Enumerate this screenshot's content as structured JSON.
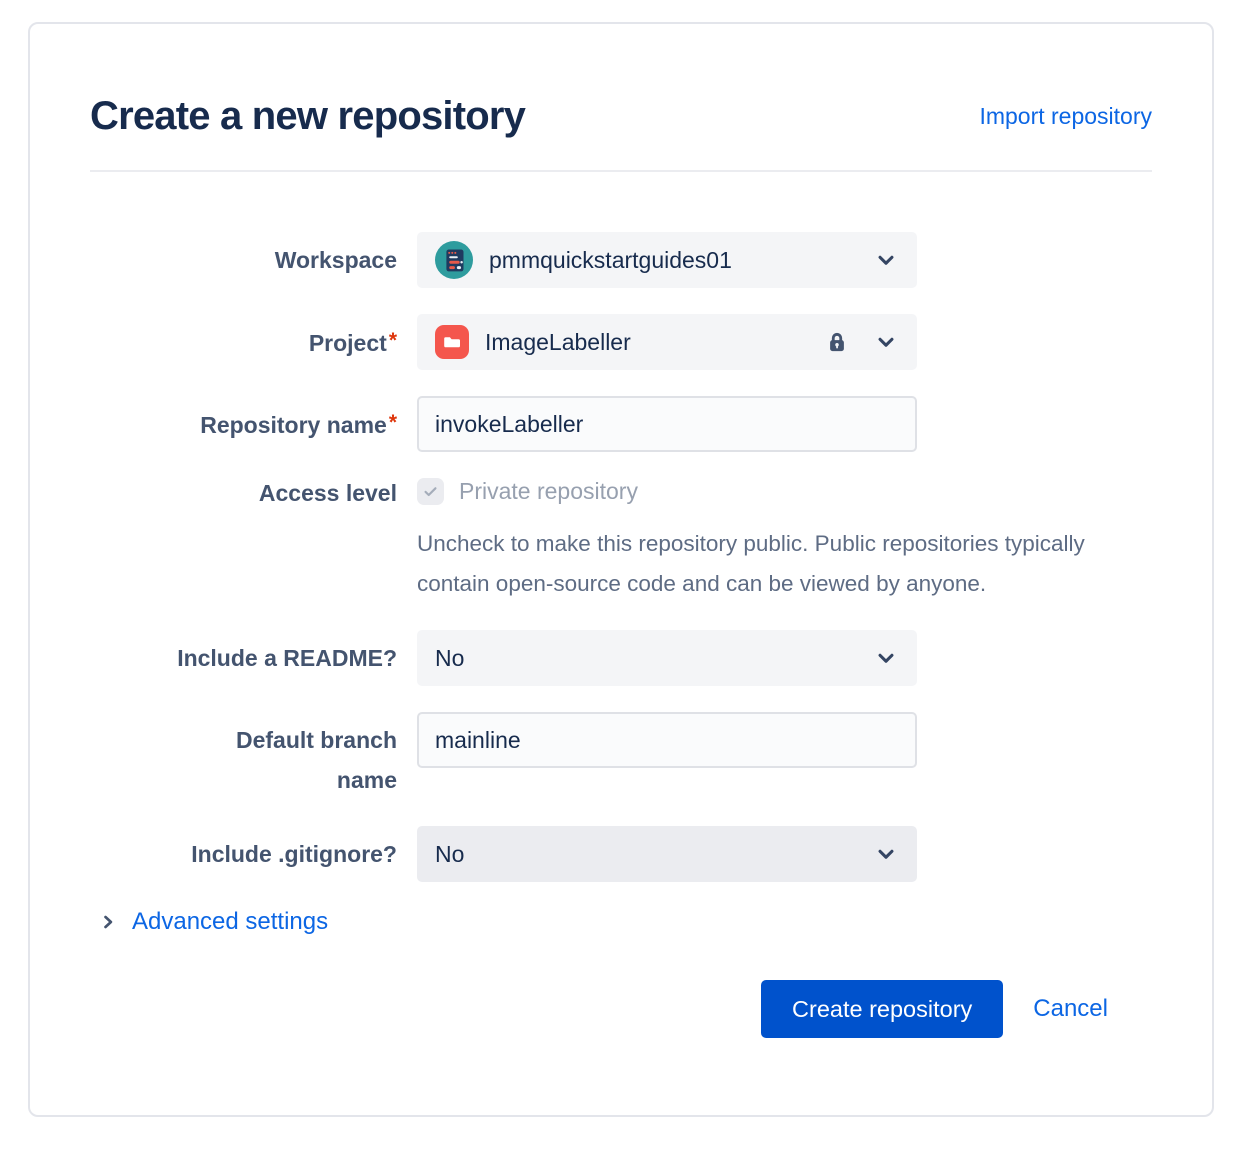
{
  "header": {
    "title": "Create a new repository",
    "import_link": "Import repository"
  },
  "form": {
    "workspace": {
      "label": "Workspace",
      "value": "pmmquickstartguides01"
    },
    "project": {
      "label": "Project",
      "required": "*",
      "value": "ImageLabeller"
    },
    "repository_name": {
      "label": "Repository name",
      "required": "*",
      "value": "invokeLabeller"
    },
    "access_level": {
      "label": "Access level",
      "checkbox_label": "Private repository",
      "checked": true,
      "help": "Uncheck to make this repository public. Public repositories typically contain open-source code and can be viewed by anyone."
    },
    "readme": {
      "label": "Include a README?",
      "value": "No"
    },
    "default_branch": {
      "label": "Default branch name",
      "value": "mainline"
    },
    "gitignore": {
      "label": "Include .gitignore?",
      "value": "No"
    },
    "advanced": {
      "label": "Advanced settings"
    }
  },
  "actions": {
    "create": "Create repository",
    "cancel": "Cancel"
  },
  "icons": {
    "workspace_avatar": "workspace-avatar",
    "project_folder": "folder-icon",
    "project_lock": "lock-icon",
    "dropdown_chevron": "chevron-down-icon",
    "advanced_chevron": "chevron-right-icon",
    "checkbox_check": "check-icon"
  },
  "colors": {
    "primary_button": "#0052CC",
    "link": "#0C66E4",
    "title_text": "#172B4D",
    "label_text": "#44546F",
    "help_text": "#5E6C84",
    "disabled_text": "#97A0AF",
    "field_bg": "#F4F5F7",
    "field_bg_alt": "#EBECF0",
    "input_bg": "#FAFBFC",
    "input_border": "#DFE1E6",
    "required_asterisk": "#DE350B",
    "avatar_teal": "#2E9C9E",
    "folder_red": "#F4564D",
    "chevron": "#344563"
  }
}
